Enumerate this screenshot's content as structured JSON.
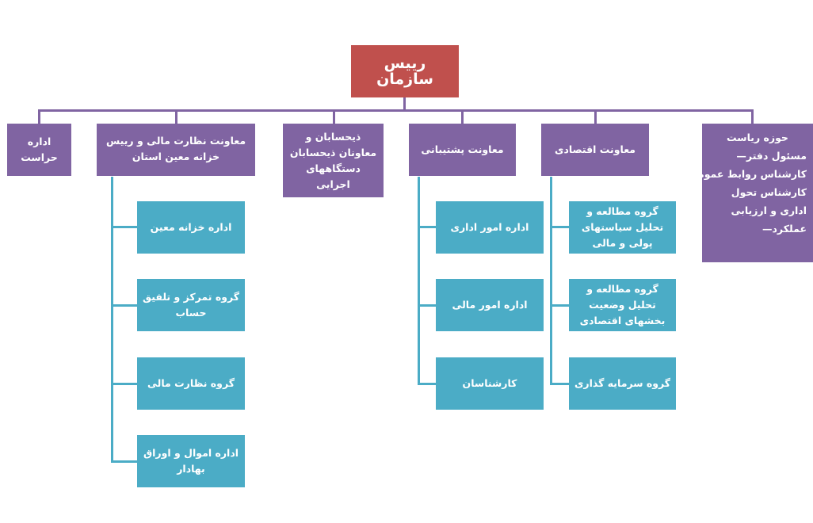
{
  "top": "رییس سازمان",
  "branches": {
    "security": "اداره حراست",
    "finance": "معاونت نظارت مالی و رییس خزانه معین استان",
    "auditors": "ذیحسابان و معاونان ذیحسابان دستگاههای اجرایی",
    "support": "معاونت پشتیبانی",
    "economic": "معاونت اقتصادی",
    "presidency": {
      "title": "حوزه ریاست",
      "items": [
        "مسئول دفتر—",
        "کارشناس روابط عمومی—",
        "کارشناس تحول اداری و ارزیابی عملکرد—"
      ]
    }
  },
  "finance_children": [
    "اداره خزانه معین",
    "گروه تمرکز و تلفیق حساب",
    "گروه نظارت مالی",
    "اداره اموال و اوراق بهادار"
  ],
  "support_children": [
    "اداره امور اداری",
    "اداره امور مالی",
    "کارشناسان"
  ],
  "economic_children": [
    "گروه مطالعه و تحلیل سیاستهای پولی و مالی",
    "گروه مطالعه و تحلیل وضعیت بخشهای اقتصادی",
    "گروه سرمایه گذاری"
  ],
  "colors": {
    "top": "#c0504d",
    "branch": "#8064a2",
    "child": "#4bacc6"
  }
}
